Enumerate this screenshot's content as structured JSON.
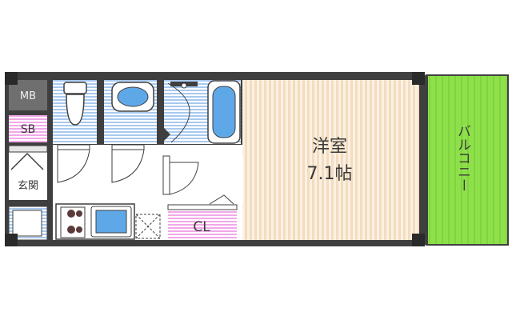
{
  "rooms": {
    "western": {
      "label": "洋室",
      "size": "7.1帖"
    },
    "closet": {
      "label": "CL"
    },
    "balcony": {
      "label": "バルコニー"
    },
    "mb": {
      "label": "MB"
    },
    "sb": {
      "label": "SB"
    },
    "entrance": {
      "label": "玄関"
    }
  },
  "colors": {
    "wall": "#3f3f3f",
    "wet_area": "#a9c9ef",
    "floor_stripe": "#f3dcbf",
    "balcony": "#8ee04b",
    "closet": "#f2a8e9",
    "fixture": "#5fa8e8"
  }
}
